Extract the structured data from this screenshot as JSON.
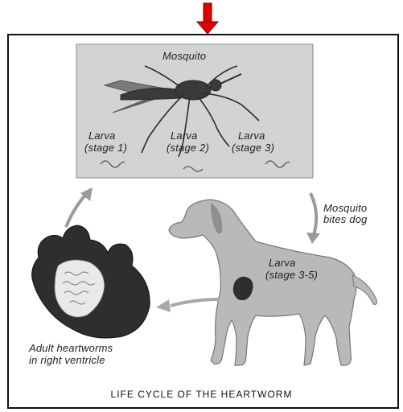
{
  "labels": {
    "mosquito": "Mosquito",
    "larva1_a": "Larva",
    "larva1_b": "(stage 1)",
    "larva2_a": "Larva",
    "larva2_b": "(stage 2)",
    "larva3_a": "Larva",
    "larva3_b": "(stage 3)",
    "bites_a": "Mosquito",
    "bites_b": "bites dog",
    "larva35_a": "Larva",
    "larva35_b": "(stage 3-5)",
    "adult_a": "Adult heartworms",
    "adult_b": "in right ventricle"
  },
  "caption": "LIFE CYCLE OF THE HEARTWORM",
  "colors": {
    "indicator_arrow": "#e00000",
    "panel_fill": "#d3d3d3",
    "dog_fill": "#b9b9b9",
    "heart_fill": "#2e2e2e"
  }
}
